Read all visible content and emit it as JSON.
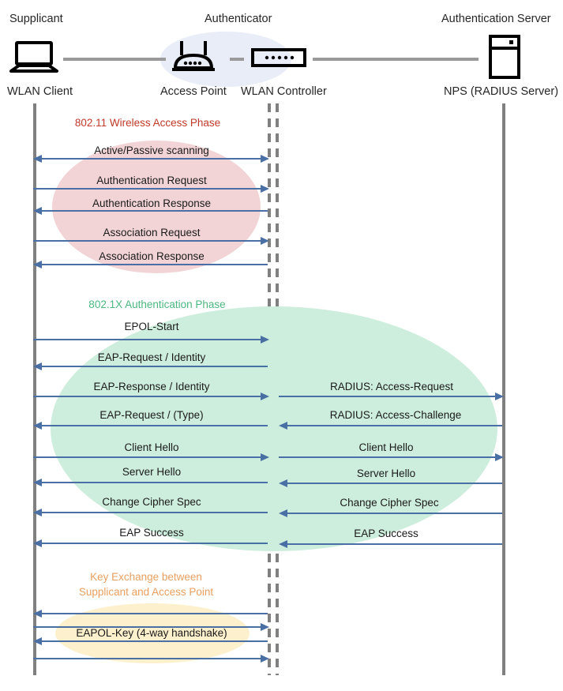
{
  "diagram": {
    "title": "802.1X / WPA2-Enterprise WLAN authentication sequence",
    "colors": {
      "arrow": "#4a6fa5",
      "lifeline": "#808080",
      "wireless_phase": "#f2d4d6",
      "wireless_phase_text": "#c0392b",
      "dot1x_phase": "#cdeedd",
      "dot1x_phase_text": "#4cb680",
      "key_phase": "#fdf0cc",
      "key_phase_text": "#e8a062",
      "authenticator_blob": "#e8edf7"
    }
  },
  "header": {
    "roles": [
      {
        "name": "supplicant",
        "label": "Supplicant"
      },
      {
        "name": "authenticator",
        "label": "Authenticator"
      },
      {
        "name": "authentication-server",
        "label": "Authentication Server"
      }
    ],
    "nodes": [
      {
        "name": "wlan-client",
        "label": "WLAN Client",
        "icon": "laptop-icon"
      },
      {
        "name": "access-point",
        "label": "Access Point",
        "icon": "wireless-router-icon"
      },
      {
        "name": "wlan-controller",
        "label": "WLAN Controller",
        "icon": "network-switch-icon"
      },
      {
        "name": "nps-radius-server",
        "label": "NPS (RADIUS Server)",
        "icon": "server-rack-icon"
      }
    ]
  },
  "phases": [
    {
      "name": "wireless-access-phase",
      "title": "802.11 Wireless Access Phase",
      "title_lines": [
        "802.11 Wireless Access Phase"
      ],
      "color": "#f2d4d6",
      "text_color": "#c0392b"
    },
    {
      "name": "dot1x-authentication-phase",
      "title": "802.1X Authentication Phase",
      "title_lines": [
        "802.1X Authentication Phase"
      ],
      "color": "#cdeedd",
      "text_color": "#4cb680"
    },
    {
      "name": "key-exchange-phase",
      "title": "Key Exchange between Supplicant and Access Point",
      "title_lines": [
        "Key Exchange between",
        "Supplicant and Access Point"
      ],
      "color": "#fdf0cc",
      "text_color": "#e8a062"
    }
  ],
  "messages": {
    "wireless": [
      {
        "label": "Active/Passive scanning",
        "direction": "both"
      },
      {
        "label": "Authentication  Request",
        "direction": "right"
      },
      {
        "label": "Authentication  Response",
        "direction": "left"
      },
      {
        "label": "Association Request",
        "direction": "right"
      },
      {
        "label": "Association Response",
        "direction": "left"
      }
    ],
    "dot1x_left": [
      {
        "label": "EPOL-Start",
        "direction": "right"
      },
      {
        "label": "EAP-Request / Identity",
        "direction": "left"
      },
      {
        "label": "EAP-Response / Identity",
        "direction": "right"
      },
      {
        "label": "EAP-Request / (Type)",
        "direction": "left"
      },
      {
        "label": "Client Hello",
        "direction": "right"
      },
      {
        "label": "Server Hello",
        "direction": "left"
      },
      {
        "label": "Change Cipher Spec",
        "direction": "left"
      },
      {
        "label": "EAP Success",
        "direction": "left"
      }
    ],
    "dot1x_right": [
      {
        "label": "RADIUS: Access-Request",
        "direction": "right"
      },
      {
        "label": "RADIUS: Access-Challenge",
        "direction": "left"
      },
      {
        "label": "Client Hello",
        "direction": "right"
      },
      {
        "label": "Server Hello",
        "direction": "left"
      },
      {
        "label": "Change Cipher Spec",
        "direction": "left"
      },
      {
        "label": "EAP Success",
        "direction": "left"
      }
    ],
    "key_exchange": [
      {
        "label": "",
        "direction": "left"
      },
      {
        "label": "",
        "direction": "right"
      },
      {
        "label": "EAPOL-Key (4-way handshake)",
        "direction": "left"
      },
      {
        "label": "",
        "direction": "right"
      }
    ]
  }
}
